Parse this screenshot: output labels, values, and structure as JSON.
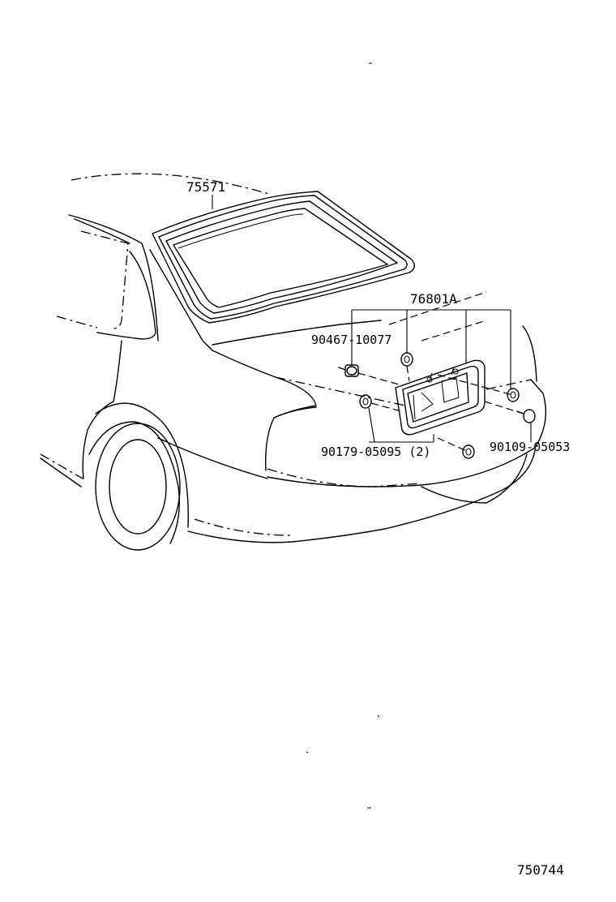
{
  "diagram": {
    "parts": [
      {
        "id": "rear-window-weatherstrip",
        "label": "75571"
      },
      {
        "id": "license-plate-bracket",
        "label": "76801A"
      },
      {
        "id": "clip-upper-left",
        "label": "90467-10077"
      },
      {
        "id": "nut-lower-left",
        "label": "90179-05095 (2)"
      },
      {
        "id": "screw-right",
        "label": "90109-05053"
      }
    ],
    "figure_number": "750744"
  },
  "colors": {
    "ink": "#000000",
    "paper": "#ffffff"
  }
}
